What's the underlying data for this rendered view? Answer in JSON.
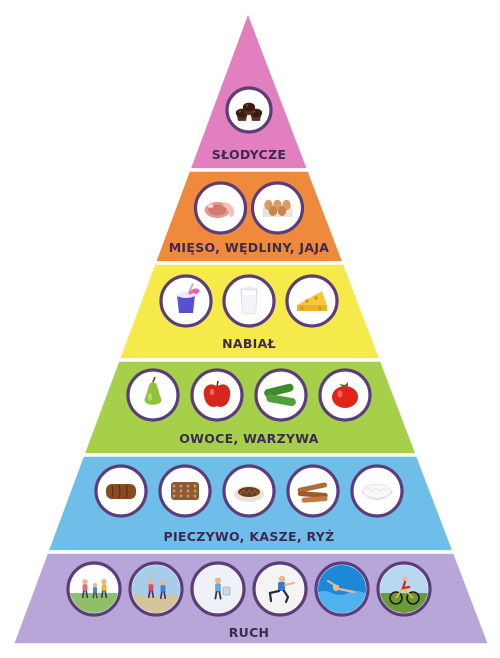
{
  "tiers": [
    {
      "label": "SŁODYCZE",
      "color": "#e27fbe",
      "items": [
        {
          "icon": "muffins-icon"
        }
      ]
    },
    {
      "label": "MIĘSO, WĘDLINY, JAJA",
      "color": "#ef8a3c",
      "items": [
        {
          "icon": "ham-icon"
        },
        {
          "icon": "eggs-icon"
        }
      ]
    },
    {
      "label": "NABIAŁ",
      "color": "#f6e94a",
      "items": [
        {
          "icon": "yogurt-icon"
        },
        {
          "icon": "milk-glass-icon"
        },
        {
          "icon": "cheese-icon"
        }
      ]
    },
    {
      "label": "OWOCE, WARZYWA",
      "color": "#a6cf4a",
      "items": [
        {
          "icon": "pear-icon"
        },
        {
          "icon": "apple-icon"
        },
        {
          "icon": "cucumber-icon"
        },
        {
          "icon": "tomato-icon"
        }
      ]
    },
    {
      "label": "PIECZYWO, KASZE, RYŻ",
      "color": "#6fbee9",
      "items": [
        {
          "icon": "bread-loaf-icon"
        },
        {
          "icon": "grain-bread-icon"
        },
        {
          "icon": "buckwheat-icon"
        },
        {
          "icon": "breadsticks-icon"
        },
        {
          "icon": "rice-bowl-icon"
        }
      ]
    },
    {
      "label": "RUCH",
      "color": "#b9a6d9",
      "items": [
        {
          "icon": "family-walk-icon"
        },
        {
          "icon": "jogging-icon"
        },
        {
          "icon": "shopping-walk-icon"
        },
        {
          "icon": "squat-exercise-icon"
        },
        {
          "icon": "swimming-icon"
        },
        {
          "icon": "cycling-icon"
        }
      ]
    }
  ],
  "colors": {
    "outline": "#5a3d7a",
    "label_text": "#3d2a52"
  }
}
